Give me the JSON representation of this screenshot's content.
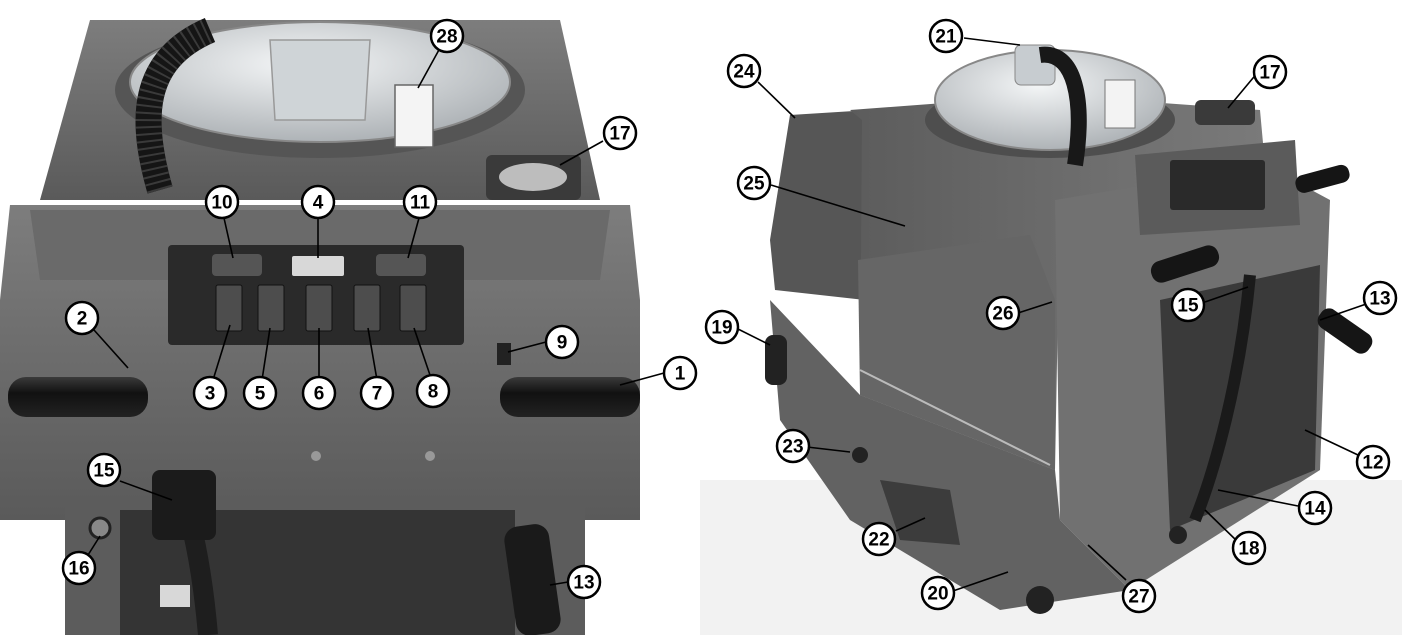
{
  "colors": {
    "body": "#6e6e6e",
    "body_dark": "#4a4a4a",
    "body_light": "#8c8c8c",
    "panel": "#2a2a2a",
    "hose": "#1a1a1a",
    "dome": "#d9dde0",
    "floor": "#f2f2f2"
  },
  "callouts": {
    "c1": "1",
    "c2": "2",
    "c3": "3",
    "c4": "4",
    "c5": "5",
    "c6": "6",
    "c7": "7",
    "c8": "8",
    "c9": "9",
    "c10": "10",
    "c11": "11",
    "c13a": "13",
    "c15a": "15",
    "c16": "16",
    "c17a": "17",
    "c28": "28",
    "c12": "12",
    "c13b": "13",
    "c14": "14",
    "c15b": "15",
    "c17b": "17",
    "c18": "18",
    "c19": "19",
    "c20": "20",
    "c21": "21",
    "c22": "22",
    "c23": "23",
    "c24": "24",
    "c25": "25",
    "c26": "26",
    "c27": "27"
  }
}
